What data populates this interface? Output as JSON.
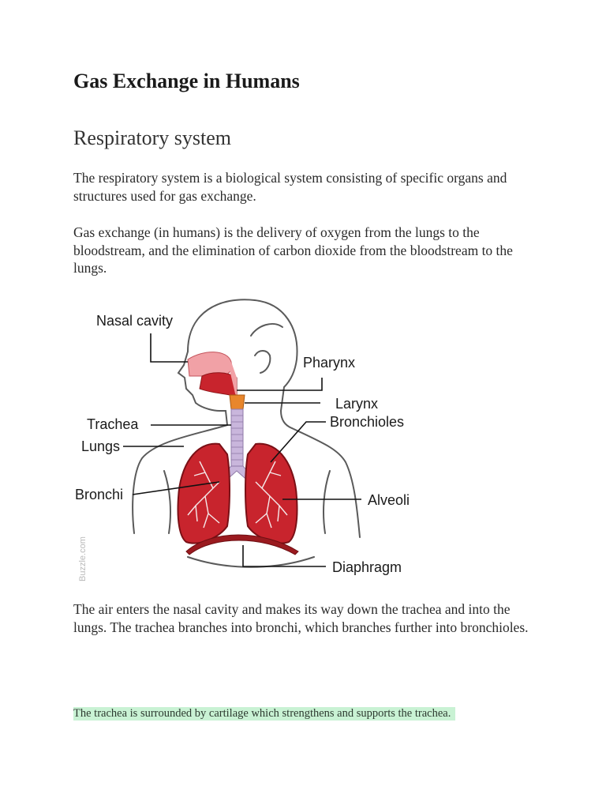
{
  "document": {
    "title": "Gas Exchange in Humans",
    "section_heading": "Respiratory system",
    "paragraphs": [
      "The respiratory system is a biological system consisting of specific organs and structures used for gas exchange.",
      "Gas exchange (in humans) is the delivery of oxygen from the lungs to the bloodstream, and the elimination of carbon dioxide from the bloodstream to the lungs.",
      "The air enters the nasal cavity and makes its way down the trachea and into the lungs.  The trachea branches into bronchi, which branches further into bronchioles."
    ],
    "highlighted_note": "The trachea is surrounded by cartilage which strengthens and supports the trachea."
  },
  "figure": {
    "labels": {
      "nasal_cavity": "Nasal cavity",
      "pharynx": "Pharynx",
      "larynx": "Larynx",
      "trachea": "Trachea",
      "bronchioles": "Bronchioles",
      "lungs": "Lungs",
      "bronchi": "Bronchi",
      "alveoli": "Alveoli",
      "diaphragm": "Diaphragm"
    },
    "watermark": "Buzzle.com"
  },
  "colors": {
    "highlight": "#c9f2d4",
    "lung_red": "#c8242d",
    "trachea": "#c9b6dc",
    "larynx": "#e8862c"
  }
}
